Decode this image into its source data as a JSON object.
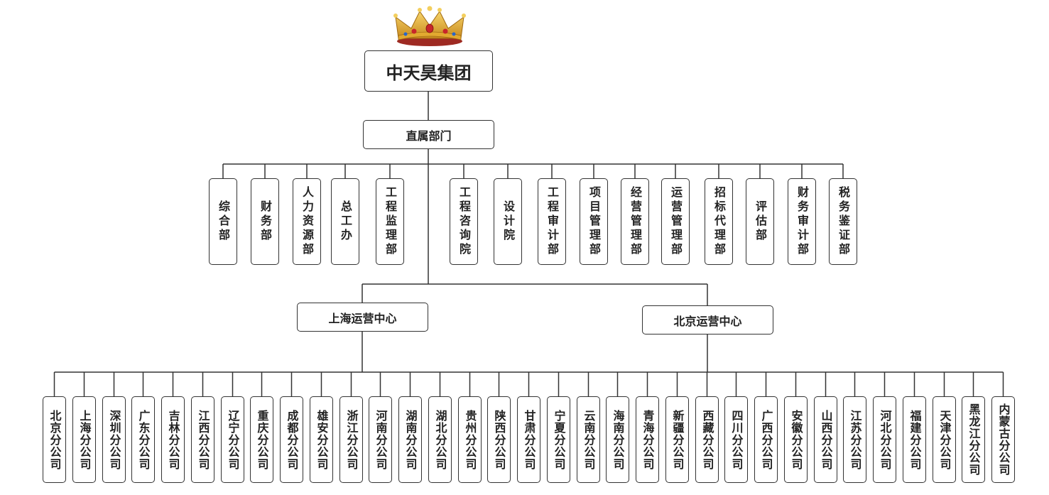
{
  "root": {
    "label": "中天昊集团"
  },
  "direct": {
    "label": "直属部门"
  },
  "departments": [
    "综合部",
    "财务部",
    "人力资源部",
    "总工办",
    "工程监理部",
    "工程咨询院",
    "设计院",
    "工程审计部",
    "项目管理部",
    "经营管理部",
    "运营管理部",
    "招标代理部",
    "评估部",
    "财务审计部",
    "税务鉴证部"
  ],
  "centers": [
    {
      "label": "上海运营中心"
    },
    {
      "label": "北京运营中心"
    }
  ],
  "branches": [
    "北京分公司",
    "上海分公司",
    "深圳分公司",
    "广东分公司",
    "吉林分公司",
    "江西分公司",
    "辽宁分公司",
    "重庆分公司",
    "成都分公司",
    "雄安分公司",
    "浙江分公司",
    "河南分公司",
    "湖南分公司",
    "湖北分公司",
    "贵州分公司",
    "陕西分公司",
    "甘肃分公司",
    "宁夏分公司",
    "云南分公司",
    "海南分公司",
    "青海分公司",
    "新疆分公司",
    "西藏分公司",
    "四川分公司",
    "广西分公司",
    "安徽分公司",
    "山西分公司",
    "江苏分公司",
    "河北分公司",
    "福建分公司",
    "天津分公司",
    "黑龙江分公司",
    "内蒙古分公司"
  ],
  "colors": {
    "line": "#333333",
    "crown_gold": "#e8b73a",
    "crown_red": "#b8322a"
  }
}
